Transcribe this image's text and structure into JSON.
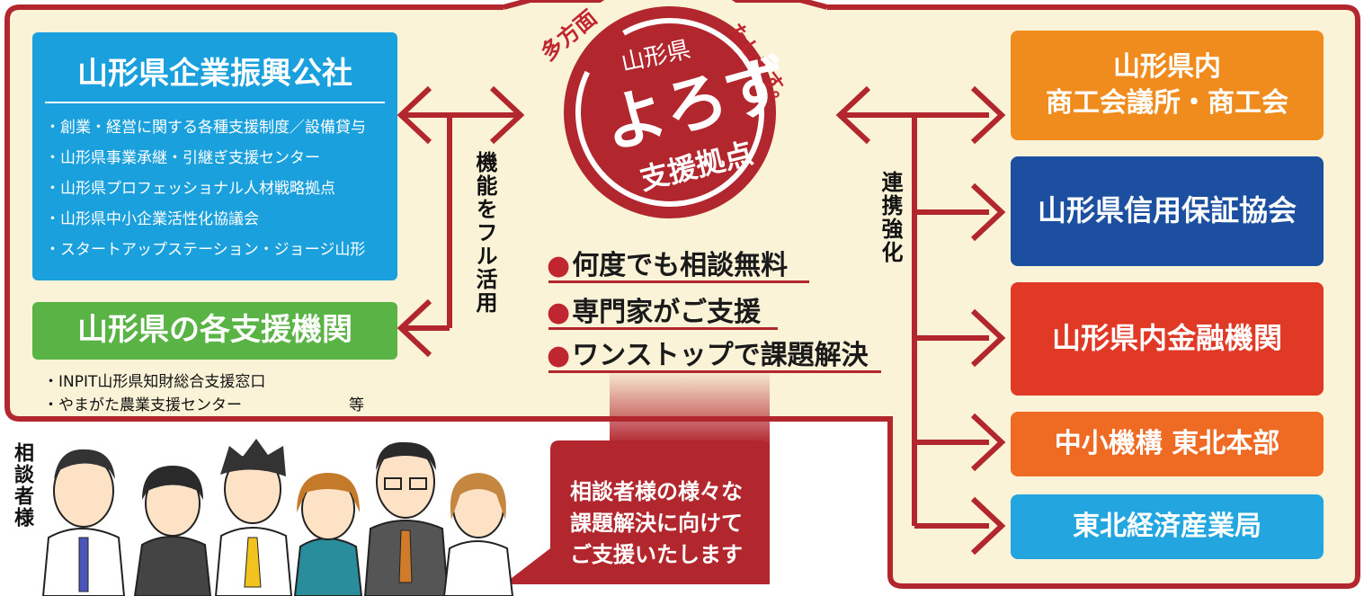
{
  "center": {
    "arc_left": "多方面",
    "arc_right": "たします。",
    "logo_top": "山形県",
    "logo_main": "よろず",
    "logo_bottom": "支援拠点"
  },
  "features": [
    "何度でも相談無料",
    "専門家がご支援",
    "ワンストップで課題解決"
  ],
  "left": {
    "corp_title": "山形県企業振興公社",
    "corp_items": [
      "・創業・経営に関する各種支援制度／設備貸与",
      "・山形県事業承継・引継ぎ支援センター",
      "・山形県プロフェッショナル人材戦略拠点",
      "・山形県中小企業活性化協議会",
      "・スタートアップステーション・ジョージ山形"
    ],
    "agencies_title": "山形県の各支援機関",
    "agency_items": [
      "・INPIT山形県知財総合支援窓口",
      "・やまがた農業支援センター"
    ],
    "agency_suffix": "等",
    "link_label": "機能をフル活用"
  },
  "right": {
    "link_label": "連携強化",
    "partners": [
      "山形県内\n商工会議所・商工会",
      "山形県信用保証協会",
      "山形県内金融機関",
      "中小機構 東北本部",
      "東北経済産業局"
    ]
  },
  "consult": {
    "side_label": "相談者様",
    "callout": "相談者様の様々な\n課題解決に向けて\nご支援いたします"
  },
  "colors": {
    "frame": "#b2272e",
    "panel": "#fbf3d8",
    "corp": "#1aa0dc",
    "agencies": "#5ab345",
    "partner1": "#f08c1e",
    "partner2": "#1c4fa0",
    "partner3": "#e03a26",
    "partner4": "#ef6a22",
    "partner5": "#23a6df"
  }
}
